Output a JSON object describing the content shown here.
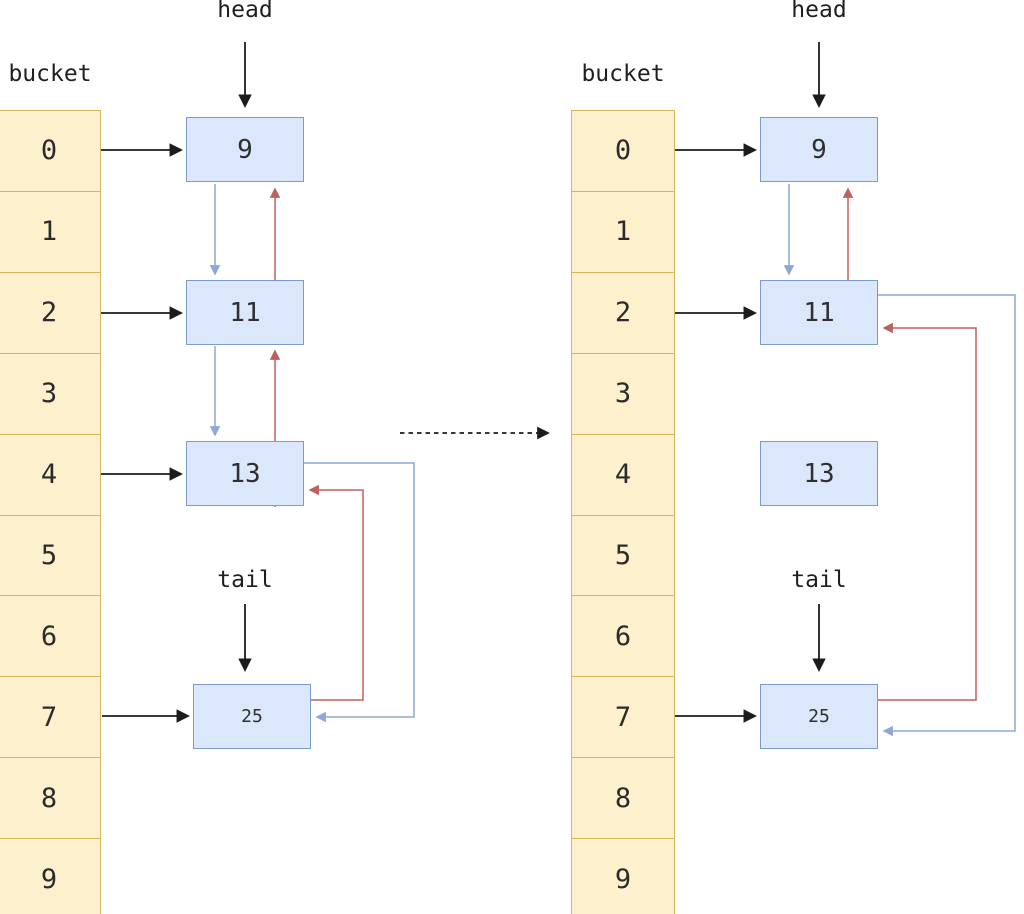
{
  "diagram": {
    "kind": "hash-buckets-with-doubly-linked-list",
    "colors": {
      "bucket_fill": "#fdf1cd",
      "bucket_border": "#d6b656",
      "node_fill": "#dbe8fc",
      "node_border": "#7b9bc9",
      "next_link": "#8da8d8",
      "prev_link": "#c0605c",
      "pointer": "#1c1c1c"
    },
    "transition": {
      "style": "dashed",
      "direction": "right"
    },
    "panels": [
      {
        "id": "before",
        "head_label": "head",
        "tail_label": "tail",
        "bucket_label": "bucket",
        "bucket_indices": [
          "0",
          "1",
          "2",
          "3",
          "4",
          "5",
          "6",
          "7",
          "8",
          "9"
        ],
        "nodes": [
          {
            "value": "9"
          },
          {
            "value": "11"
          },
          {
            "value": "13"
          },
          {
            "value": "25"
          }
        ],
        "bucket_pointers": [
          "0→9",
          "2→11",
          "4→13",
          "7→25"
        ],
        "next_links": [
          "9→11",
          "11→13",
          "13→25"
        ],
        "prev_links": [
          "11→9",
          "13→11",
          "25→13"
        ]
      },
      {
        "id": "after",
        "head_label": "head",
        "tail_label": "tail",
        "bucket_label": "bucket",
        "bucket_indices": [
          "0",
          "1",
          "2",
          "3",
          "4",
          "5",
          "6",
          "7",
          "8",
          "9"
        ],
        "nodes": [
          {
            "value": "9"
          },
          {
            "value": "11"
          },
          {
            "value": "13"
          },
          {
            "value": "25"
          }
        ],
        "bucket_pointers": [
          "0→9",
          "2→11",
          "7→25"
        ],
        "next_links": [
          "9→11",
          "11→25"
        ],
        "prev_links": [
          "11→9",
          "25→11"
        ]
      }
    ]
  }
}
